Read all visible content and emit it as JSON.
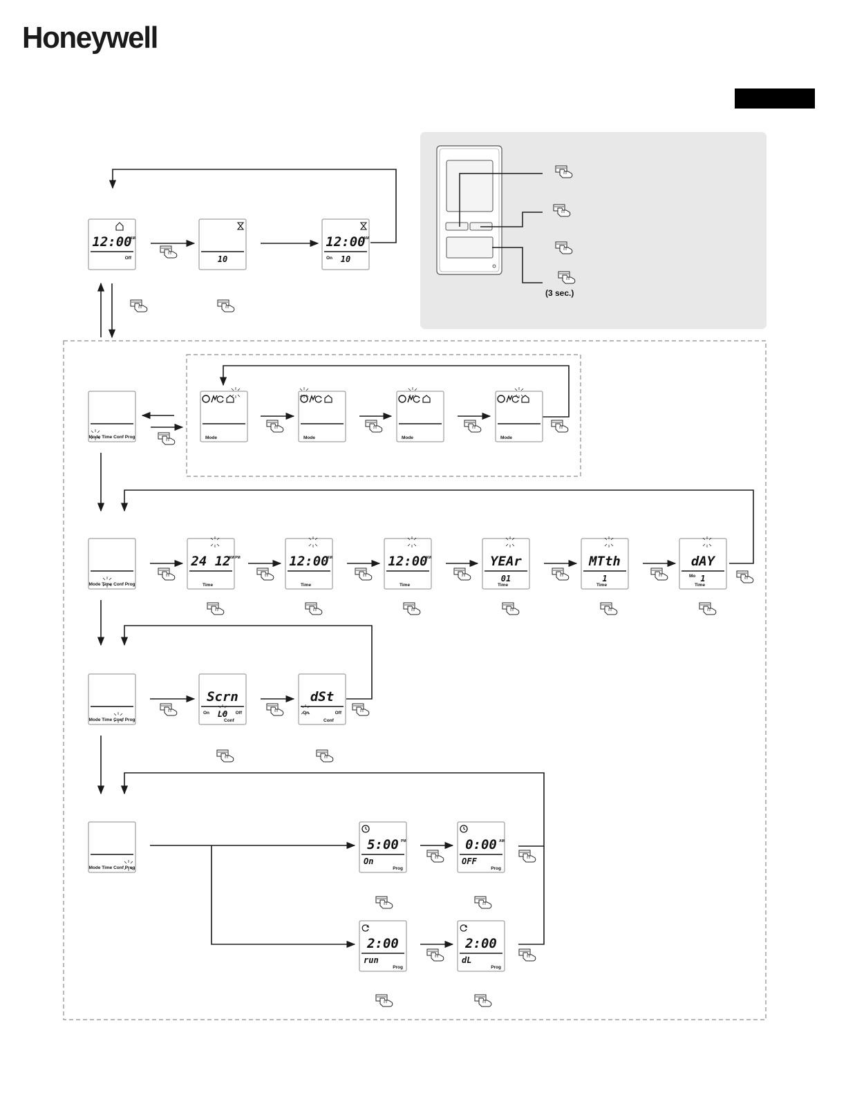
{
  "brand": "Honeywell",
  "panel_note": "(3 sec.)",
  "screens": {
    "s1": {
      "big": "12:00",
      "ampm": "AM",
      "bl": "",
      "bc": "",
      "br": "Off",
      "icon": "house"
    },
    "s2": {
      "big": "",
      "ampm": "",
      "bl": "",
      "bc": "10",
      "br": "",
      "icon": "hourglass"
    },
    "s3": {
      "big": "12:00",
      "ampm": "AM",
      "bl": "On",
      "bc": "10",
      "br": "",
      "icon": "hourglass"
    },
    "menu_labels": [
      "Mode",
      "Time",
      "Conf",
      "Prog"
    ],
    "mode_label": "Mode",
    "time": [
      {
        "big": "24 12",
        "ampm": "AM PM",
        "bc": "",
        "label": "Time",
        "sub": ""
      },
      {
        "big": "12:00",
        "ampm": "AM",
        "bc": "",
        "label": "Time",
        "sub": ""
      },
      {
        "big": "12:00",
        "ampm": "AM",
        "bc": "",
        "label": "Time",
        "sub": ""
      },
      {
        "big": "YEAr",
        "ampm": "",
        "bc": "01",
        "label": "Time",
        "sub": ""
      },
      {
        "big": "MTth",
        "ampm": "",
        "bc": "1",
        "label": "Time",
        "sub": ""
      },
      {
        "big": "dAY",
        "ampm": "",
        "bc": "1",
        "label": "Time",
        "sub": "Mo"
      }
    ],
    "conf": [
      {
        "big": "Scrn",
        "bl": "On",
        "bc": "L0",
        "br": "Off",
        "label": "Conf"
      },
      {
        "big": "dSt",
        "bl": "On",
        "bc": "",
        "br": "Off",
        "label": "Conf"
      }
    ],
    "prog": [
      {
        "big": "5:00",
        "ampm": "PM",
        "bl": "On",
        "label": "Prog",
        "icon": "clock"
      },
      {
        "big": "0:00",
        "ampm": "AM",
        "bl": "OFF",
        "label": "Prog",
        "icon": "clock"
      },
      {
        "big": "2:00",
        "ampm": "",
        "bl": "run",
        "label": "Prog",
        "icon": "cycle"
      },
      {
        "big": "2:00",
        "ampm": "",
        "bl": "dL",
        "label": "Prog",
        "icon": "cycle"
      }
    ]
  },
  "colors": {
    "line": "#1a1a1a",
    "panel": "#e8e8e8",
    "dash": "#8a8a8a"
  }
}
